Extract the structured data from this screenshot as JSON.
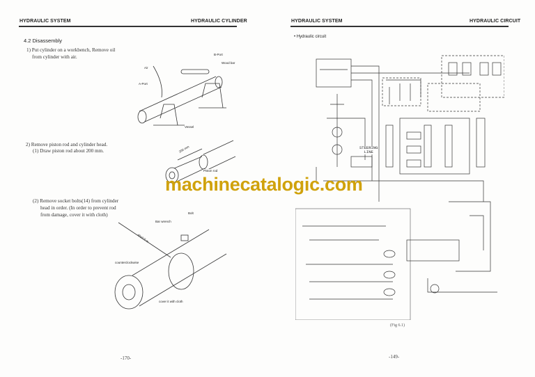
{
  "left_page": {
    "header_left": "HYDRAULIC SYSTEM",
    "header_right": "HYDRAULIC CYLINDER",
    "section_title": "4.2 Disassembly",
    "step1": [
      "1) Put cylinder on a workbench, Remove oil",
      "from cylinder with air."
    ],
    "step2": "2) Remove piston rod and cylinder head.",
    "step2_1": "(1) Draw piston rod about 200 mm.",
    "step2_2": [
      "(2) Remove socket bolts(14) from cylinder",
      "head in order. (In order to prevent rod",
      "from damage, cover it with cloth)"
    ],
    "fig1_labels": {
      "b_port": "B-Port",
      "wood_bar": "Wood bar",
      "air": "Air",
      "a_port": "A-Port",
      "vessel": "Vessel"
    },
    "fig2_labels": {
      "dim": "200 mm",
      "piston_rod": "Piston rod"
    },
    "fig3_labels": {
      "bolt": "Bolt",
      "bar_wrench": "Bar wrench",
      "torque": "40±0.5 m",
      "ccw": "counterclockwise",
      "cloth": "cover it with cloth"
    },
    "page_number": "-170-"
  },
  "right_page": {
    "header_left": "HYDRAULIC SYSTEM",
    "header_right": "HYDRAULIC CIRCUIT",
    "section_title": "• Hydraulic circuit",
    "steering_line": [
      "STEERING",
      "LINE"
    ],
    "fig_caption": "(Fig 6.1)",
    "page_number": "-149-"
  },
  "watermark": "machinecatalogic.com"
}
